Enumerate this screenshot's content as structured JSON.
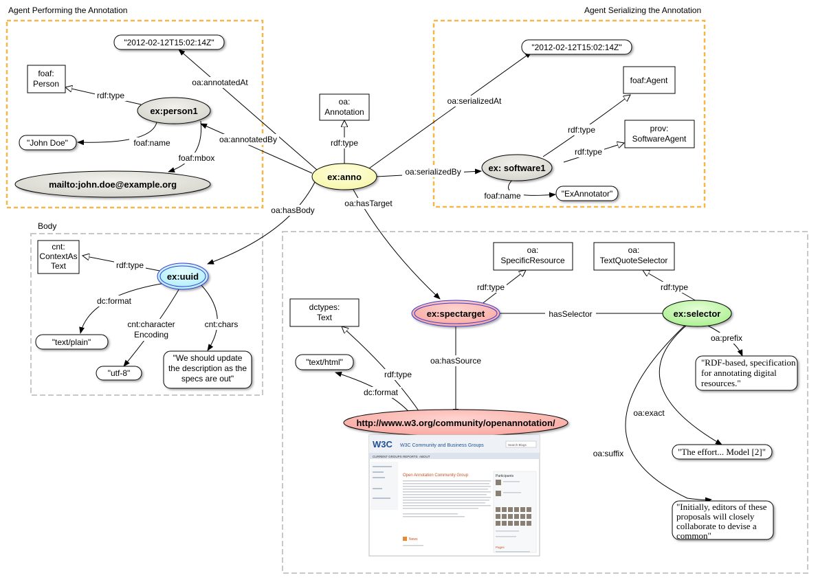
{
  "groups": {
    "performing": "Agent Performing the Annotation",
    "serializing": "Agent Serializing the Annotation",
    "body": "Body"
  },
  "nodes": {
    "anno": "ex:anno",
    "person1": "ex:person1",
    "software1": "ex: software1",
    "uuid": "ex:uuid",
    "spectarget": "ex:spectarget",
    "selector": "ex:selector",
    "mailto": "mailto:john.doe@example.org",
    "w3url": "http://www.w3.org/community/openannotation/"
  },
  "literals": {
    "date1": "\"2012-02-12T15:02:14Z\"",
    "date2": "\"2012-02-12T15:02:14Z\"",
    "johndoe": "\"John Doe\"",
    "exannotator": "\"ExAnnotator\"",
    "textplain": "\"text/plain\"",
    "utf8": "\"utf-8\"",
    "chars": [
      "\"We should update",
      "the description as the",
      "specs are out\""
    ],
    "texthtml": "\"text/html\"",
    "exact": "\"The effort... Model [2]\"",
    "prefix": [
      "\"RDF-based, specification",
      "for annotating digital",
      "resources.\""
    ],
    "suffix": [
      "\"Initially, editors of these",
      "proposals will closely",
      "collaborate to devise a",
      "common\""
    ]
  },
  "classes": {
    "foafperson": [
      "foaf:",
      "Person"
    ],
    "annotation": [
      "oa:",
      "Annotation"
    ],
    "foafagent": [
      "foaf:Agent"
    ],
    "softwareagent": [
      "prov:",
      "SoftwareAgent"
    ],
    "contentastext": [
      "cnt:",
      "ContextAs",
      "Text"
    ],
    "specificresource": [
      "oa:",
      "SpecificResource"
    ],
    "textquoteselector": [
      "oa:",
      "TextQuoteSelector"
    ],
    "dctypestext": [
      "dctypes:",
      "Text"
    ]
  },
  "edges": {
    "annotatedAt": "oa:annotatedAt",
    "annotatedBy": "oa:annotatedBy",
    "personType": "rdf:type",
    "foafName": "foaf:name",
    "foafMbox": "foaf:mbox",
    "annoType": "rdf:type",
    "serializedAt": "oa:serializedAt",
    "serializedBy": "oa:serializedBy",
    "swType1": "rdf:type",
    "swType2": "rdf:type",
    "swName": "foaf:name",
    "hasBody": "oa:hasBody",
    "hasTarget": "oa:hasTarget",
    "uuidType": "rdf:type",
    "dcFormat": "dc:format",
    "charEnc": [
      "cnt:character",
      "Encoding"
    ],
    "cntChars": "cnt:chars",
    "targetType": "rdf:type",
    "hasSelector": "hasSelector",
    "hasSource": "oa:hasSource",
    "srcType": "rdf:type",
    "srcFormat": "dc:format",
    "selType": "rdf:type",
    "prefix": "oa:prefix",
    "exact": "oa:exact",
    "suffix": "oa:suffix"
  },
  "screenshot": {
    "site": "W3C Community and Business Groups",
    "tab1": "CURRENT GROUPS",
    "tab2": "REPORTS",
    "tab3": "ABOUT",
    "search": "Search Blogs",
    "group_title": "Open Annotation Community Group",
    "participants": "Participants",
    "news": "News",
    "pages": "Pages"
  },
  "colors": {
    "orange_dash": "#f5b64a",
    "gray_dash": "#c8c8c8",
    "anno_fill": "#ffffc4",
    "person_fill": "#e2e1da",
    "uuid_fill": "#c8f6ff",
    "spectarget_fill": "#ffb6b0",
    "selector_fill": "#c8f7b4",
    "w3url_fill": "#ffb6b0"
  }
}
